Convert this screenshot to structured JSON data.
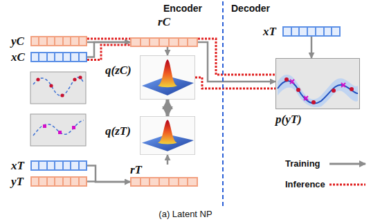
{
  "diagram": {
    "caption": "(a) Latent NP",
    "nodes": [
      {
        "text": [
          "yC"
        ]
      },
      {
        "text": [
          "xC"
        ]
      },
      {
        "text": [
          "rC"
        ]
      },
      {
        "text": [
          "q(zC)"
        ]
      },
      {
        "text": [
          "q(zT)"
        ]
      },
      {
        "text": [
          "xT"
        ]
      },
      {
        "text": [
          "yT"
        ]
      },
      {
        "text": [
          "rT"
        ]
      },
      {
        "text": [
          "xT"
        ]
      },
      {
        "text": [
          "p(yT)"
        ]
      }
    ],
    "edges": [
      {
        "from": 0,
        "to": 2,
        "arrow": "to"
      },
      {
        "from": 1,
        "to": 2,
        "arrow": "to"
      },
      {
        "from": 0,
        "to": 2,
        "arrow": "none"
      },
      {
        "from": 1,
        "to": 2,
        "arrow": "none"
      },
      {
        "from": 2,
        "to": 3,
        "arrow": "to"
      },
      {
        "from": 3,
        "to": 4,
        "arrow": "both"
      },
      {
        "from": 7,
        "to": 4,
        "arrow": "to"
      },
      {
        "from": 5,
        "to": 7,
        "arrow": "to"
      },
      {
        "from": 6,
        "to": 7,
        "arrow": "to"
      },
      {
        "from": 2,
        "to": 9,
        "arrow": "to"
      },
      {
        "from": 2,
        "to": 9,
        "arrow": "none"
      },
      {
        "from": 3,
        "to": 9,
        "arrow": "none"
      },
      {
        "from": 8,
        "to": 9,
        "arrow": "to"
      }
    ],
    "labels": [
      "Encoder",
      "Decoder"
    ],
    "legend": [
      {
        "text": "Training"
      },
      {
        "text": "Inference"
      }
    ]
  }
}
